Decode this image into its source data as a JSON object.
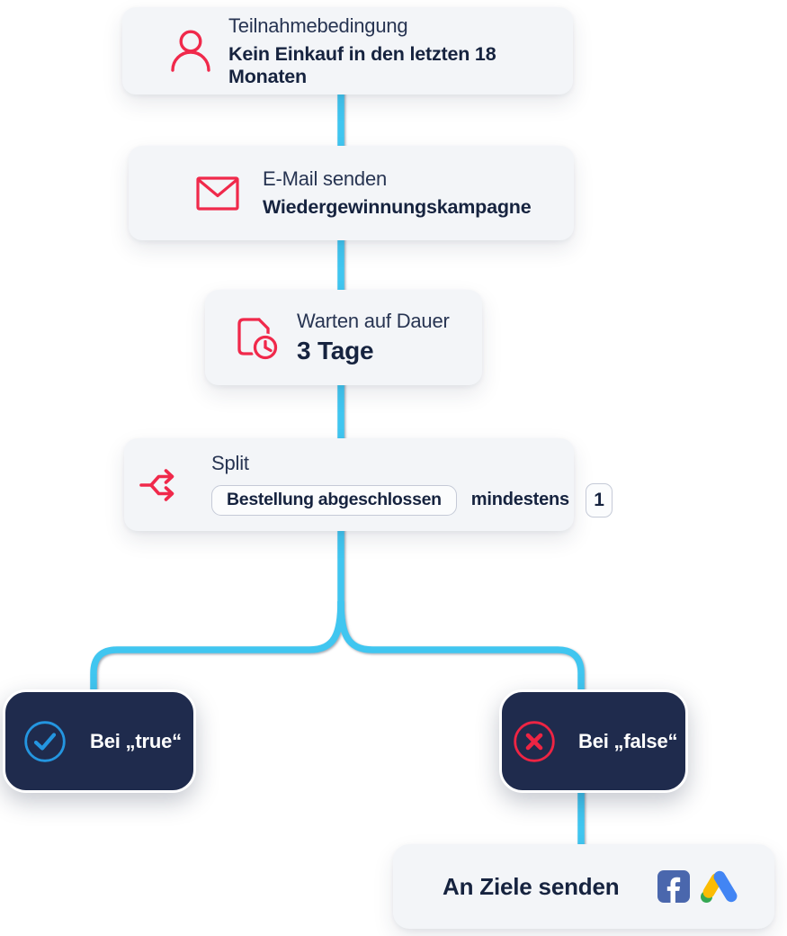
{
  "colors": {
    "accent_red": "#f0294b",
    "connector_blue": "#41c6f0",
    "node_background": "#f3f5f8",
    "dark_node_background": "#1f2b4d",
    "text_navy": "#16233f",
    "check_blue": "#2496e0",
    "pill_border": "#c5cad7",
    "facebook_blue": "#4a67ad",
    "google_yellow": "#fbbc04",
    "google_blue": "#4285f4",
    "google_green": "#34a853"
  },
  "flow": {
    "condition": {
      "title": "Teilnahmebedingung",
      "subtitle": "Kein Einkauf in den letzten 18 Monaten",
      "icon": "person-icon"
    },
    "email": {
      "title": "E-Mail senden",
      "subtitle": "Wiedergewinnungskampagne",
      "icon": "envelope-icon"
    },
    "wait": {
      "title": "Warten auf Dauer",
      "subtitle": "3 Tage",
      "icon": "document-clock-icon"
    },
    "split": {
      "title": "Split",
      "condition_pill": "Bestellung abgeschlossen",
      "qualifier": "mindestens",
      "count": "1",
      "icon": "split-arrows-icon"
    },
    "branch_true": {
      "label": "Bei „true“",
      "icon": "check-circle-icon"
    },
    "branch_false": {
      "label": "Bei „false“",
      "icon": "x-circle-icon"
    },
    "send_targets": {
      "title": "An Ziele senden",
      "icons": [
        "facebook-icon",
        "google-ads-icon"
      ]
    }
  }
}
